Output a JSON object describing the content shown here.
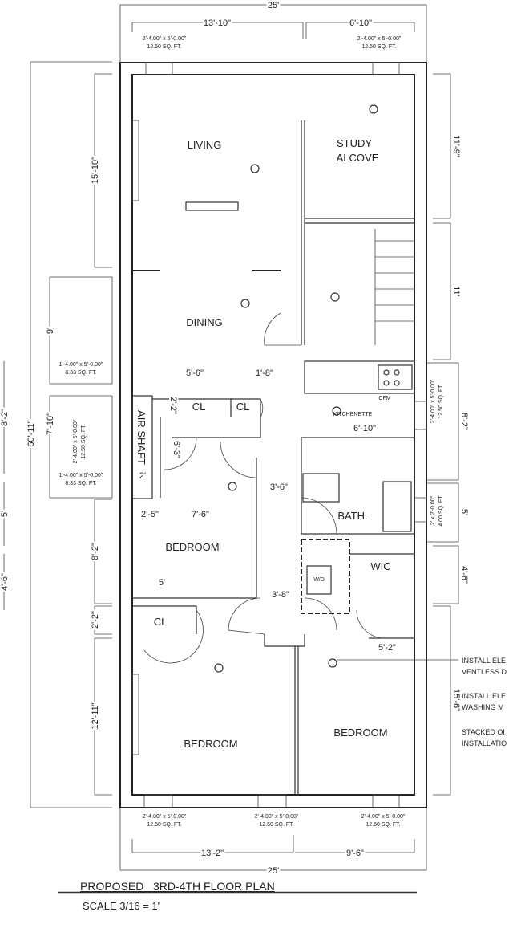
{
  "title": "PROPOSED   3RD-4TH FLOOR PLAN",
  "scale": "SCALE 3/16 = 1'",
  "rooms": {
    "living": "LIVING",
    "study_1": "STUDY",
    "study_2": "ALCOVE",
    "dining": "DINING",
    "kitchenette": "KITCHENETTE",
    "cfm": "CFM",
    "closet_a": "CL",
    "closet_b": "CL",
    "closet_c": "CL",
    "air_shaft": "AIR SHAFT",
    "bedroom_1": "BEDROOM",
    "bath": "BATH.",
    "wic": "WIC",
    "wd": "W/D",
    "bedroom_2": "BEDROOM",
    "bedroom_3": "BEDROOM"
  },
  "dimensions": {
    "top_total": "25'",
    "top_left": "13'-10\"",
    "top_right": "6'-10\"",
    "bottom_total": "25'",
    "bottom_left": "13'-2\"",
    "bottom_right": "9'-6\"",
    "overall_height": "60'-11\"",
    "left_1": "15'-10\"",
    "left_2": "9'",
    "left_3": "7'-10\"",
    "left_4": "8'-2\"",
    "left_5": "2'-2\"",
    "left_6": "12'-11\"",
    "far_left_1": "8'-2\"",
    "far_left_2": "5'",
    "far_left_3": "4'-6\"",
    "right_1": "11'-9\"",
    "right_2": "11'",
    "right_3": "8'-2\"",
    "right_4": "5'",
    "right_5": "4'-6\"",
    "right_6": "15'-6\"",
    "closet_w1": "5'-6\"",
    "closet_w2": "1'-8\"",
    "closet_depth": "2'-2\"",
    "shaft_depth": "6'-3\"",
    "shaft_w": "2'",
    "bed_a": "2'-5\"",
    "bed_b": "7'-6\"",
    "hall_w": "3'-6\"",
    "kitchen_w": "6'-10\"",
    "bed_c": "5'",
    "hall_w2": "3'-8\"",
    "wic_w": "5'-2\""
  },
  "windows": {
    "size_std": "2'-4.00\" x 5'-0.00\"",
    "area_std": "12.50 SQ. FT.",
    "size_small": "1'-4.00\" x 5'-0.00\"",
    "area_small": "8.33 SQ. FT.",
    "size_bath": "2' x 2'-0.00\"",
    "area_bath": "4.00 SQ. FT."
  },
  "notes": [
    "INSTALL ELE",
    "VENTLESS D",
    "INSTALL ELE",
    "WASHING M",
    "STACKED OI",
    "INSTALLATIO"
  ]
}
